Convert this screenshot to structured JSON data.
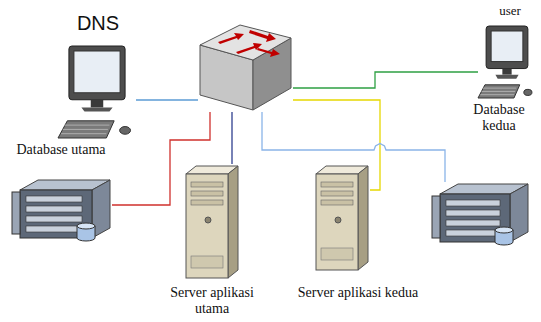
{
  "diagram": {
    "nodes": [
      {
        "text": [
          "DNS"
        ]
      },
      {
        "text": []
      },
      {
        "text": [
          "user"
        ]
      },
      {
        "text": [
          "Database utama"
        ]
      },
      {
        "text": [
          "Server aplikasi utama"
        ]
      },
      {
        "text": [
          "Server aplikasi kedua"
        ]
      },
      {
        "text": [
          "Database kedua"
        ]
      }
    ],
    "edges": [
      {
        "from": 1,
        "to": 0,
        "arrow": "none"
      },
      {
        "from": 1,
        "to": 2,
        "arrow": "none"
      },
      {
        "from": 1,
        "to": 3,
        "arrow": "none"
      },
      {
        "from": 1,
        "to": 4,
        "arrow": "none"
      },
      {
        "from": 1,
        "to": 5,
        "arrow": "none"
      },
      {
        "from": 1,
        "to": 6,
        "arrow": "none"
      }
    ]
  }
}
